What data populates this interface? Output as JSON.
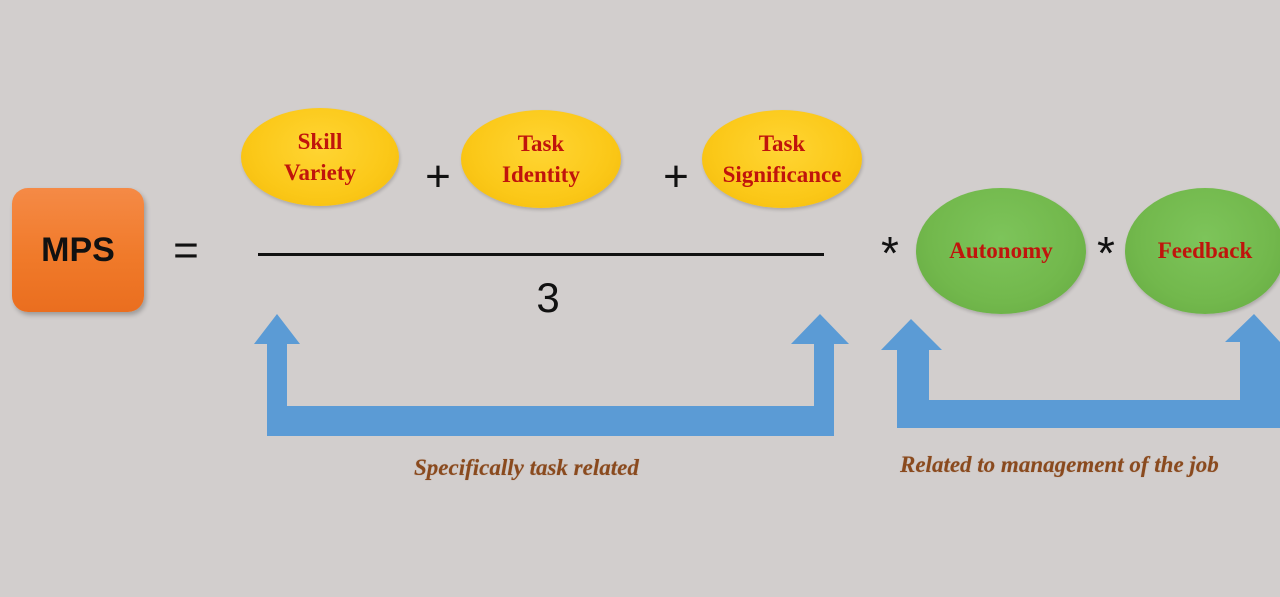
{
  "formula": {
    "result_label": "MPS",
    "equals": "=",
    "numerator_terms": [
      {
        "label_line1": "Skill",
        "label_line2": "Variety"
      },
      {
        "label_line1": "Task",
        "label_line2": "Identity"
      },
      {
        "label_line1": "Task",
        "label_line2": "Significance"
      }
    ],
    "plus": "+",
    "denominator": "3",
    "multiply": "*",
    "multiplier_terms": [
      {
        "label": "Autonomy"
      },
      {
        "label": "Feedback"
      }
    ]
  },
  "groups": {
    "task_group_caption": "Specifically task related",
    "management_group_caption": "Related to management of the job"
  },
  "colors": {
    "mps_box": "#f07a2a",
    "numerator_ellipse": "#fbc818",
    "multiplier_ellipse": "#72b84c",
    "term_text": "#c0140c",
    "arrow": "#5b9bd5",
    "caption_text": "#8a4a1e",
    "background": "#d2cecd"
  }
}
